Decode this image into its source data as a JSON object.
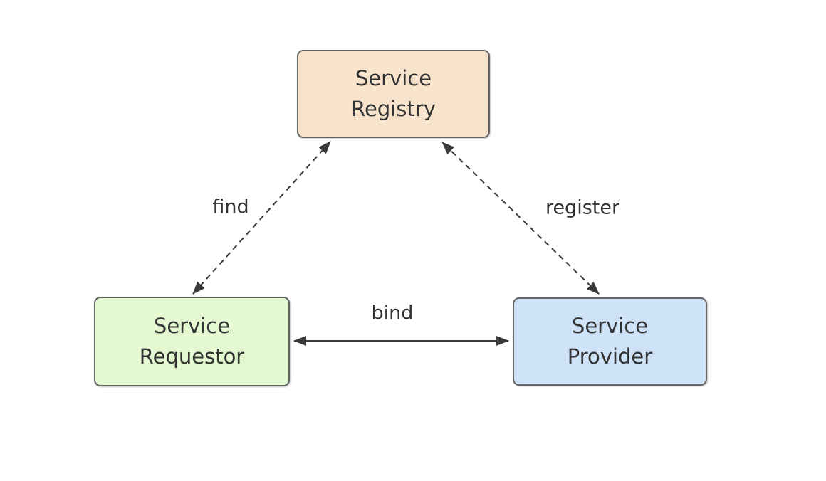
{
  "diagram": {
    "type": "soa-triangle-diagram",
    "nodes": [
      {
        "id": "service-registry",
        "label": "Service\nRegistry",
        "fill": "#f8e4cd"
      },
      {
        "id": "service-requestor",
        "label": "Service\nRequestor",
        "fill": "#e4f8d2"
      },
      {
        "id": "service-provider",
        "label": "Service\nProvider",
        "fill": "#cfe3f8"
      }
    ],
    "edges": [
      {
        "id": "find",
        "label": "find",
        "line_style": "dashed",
        "direction": "bidirectional",
        "from": "service-requestor",
        "to": "service-registry"
      },
      {
        "id": "register",
        "label": "register",
        "line_style": "dashed",
        "direction": "bidirectional",
        "from": "service-provider",
        "to": "service-registry"
      },
      {
        "id": "bind",
        "label": "bind",
        "line_style": "solid",
        "direction": "bidirectional",
        "from": "service-requestor",
        "to": "service-provider"
      }
    ],
    "colors": {
      "arrow": "#3a3a3a",
      "node_border": "#646464",
      "text": "#333333",
      "background": "#ffffff"
    }
  }
}
